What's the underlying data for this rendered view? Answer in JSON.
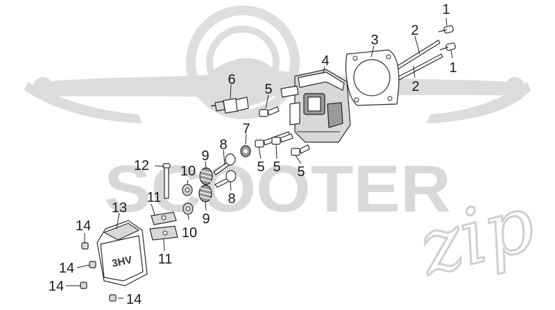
{
  "watermark": {
    "brand_text": "SCOOTER",
    "logo_script": "zip"
  },
  "callouts": {
    "c1a": "1",
    "c1b": "1",
    "c2a": "2",
    "c2b": "2",
    "c3": "3",
    "c4": "4",
    "c5a": "5",
    "c5b": "5",
    "c5c": "5",
    "c5d": "5",
    "c6": "6",
    "c7": "7",
    "c8a": "8",
    "c8b": "8",
    "c9a": "9",
    "c9b": "9",
    "c10a": "10",
    "c10b": "10",
    "c11a": "11",
    "c11b": "11",
    "c12": "12",
    "c13": "13",
    "c14a": "14",
    "c14b": "14",
    "c14c": "14",
    "c14d": "14"
  },
  "cover_logo": "3HV"
}
